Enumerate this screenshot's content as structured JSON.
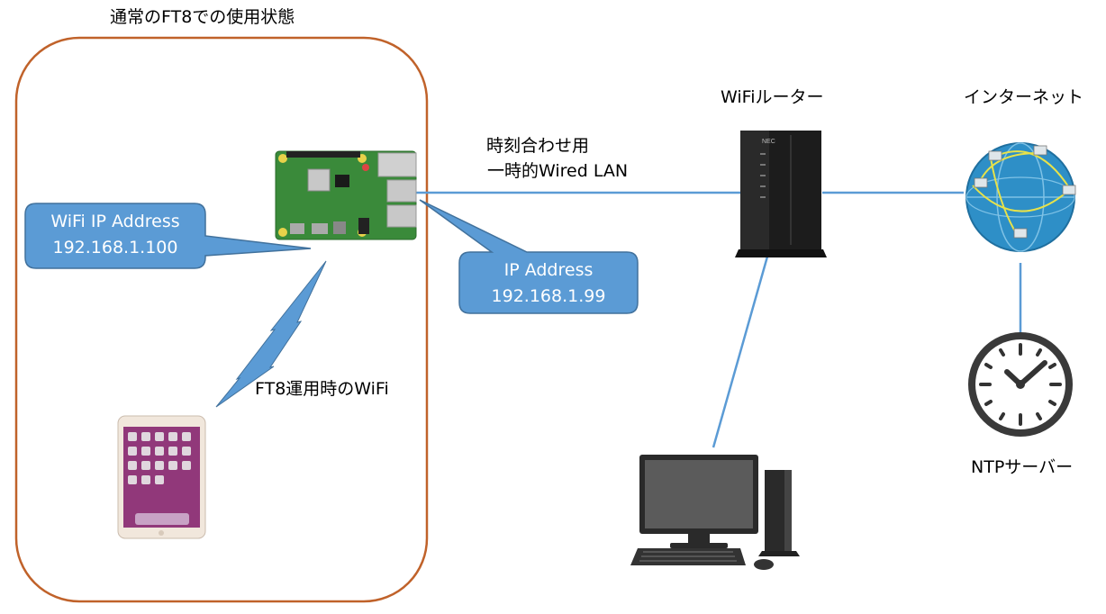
{
  "group": {
    "title": "通常のFT8での使用状態"
  },
  "callouts": {
    "wifi": {
      "line1": "WiFi IP Address",
      "line2": "192.168.1.100"
    },
    "ip": {
      "line1": "IP Address",
      "line2": "192.168.1.99"
    }
  },
  "labels": {
    "ft8_wifi": "FT8運用時のWiFi",
    "wired_line1": "時刻合わせ用",
    "wired_line2": "一時的Wired LAN",
    "router": "WiFiルーター",
    "internet": "インターネット",
    "ntp": "NTPサーバー",
    "router_brand": "NEC"
  },
  "colors": {
    "group_border": "#c0622a",
    "callout_fill": "#5b9bd5",
    "callout_stroke": "#41719c",
    "link_line": "#5b9bd5",
    "wifi_bolt": "#5b9bd5"
  },
  "icons": {
    "raspberry_pi": "raspberry-pi-board-icon",
    "tablet": "ipad-tablet-icon",
    "router": "wifi-router-icon",
    "internet": "globe-network-icon",
    "ntp": "clock-icon",
    "pc": "desktop-pc-icon"
  }
}
